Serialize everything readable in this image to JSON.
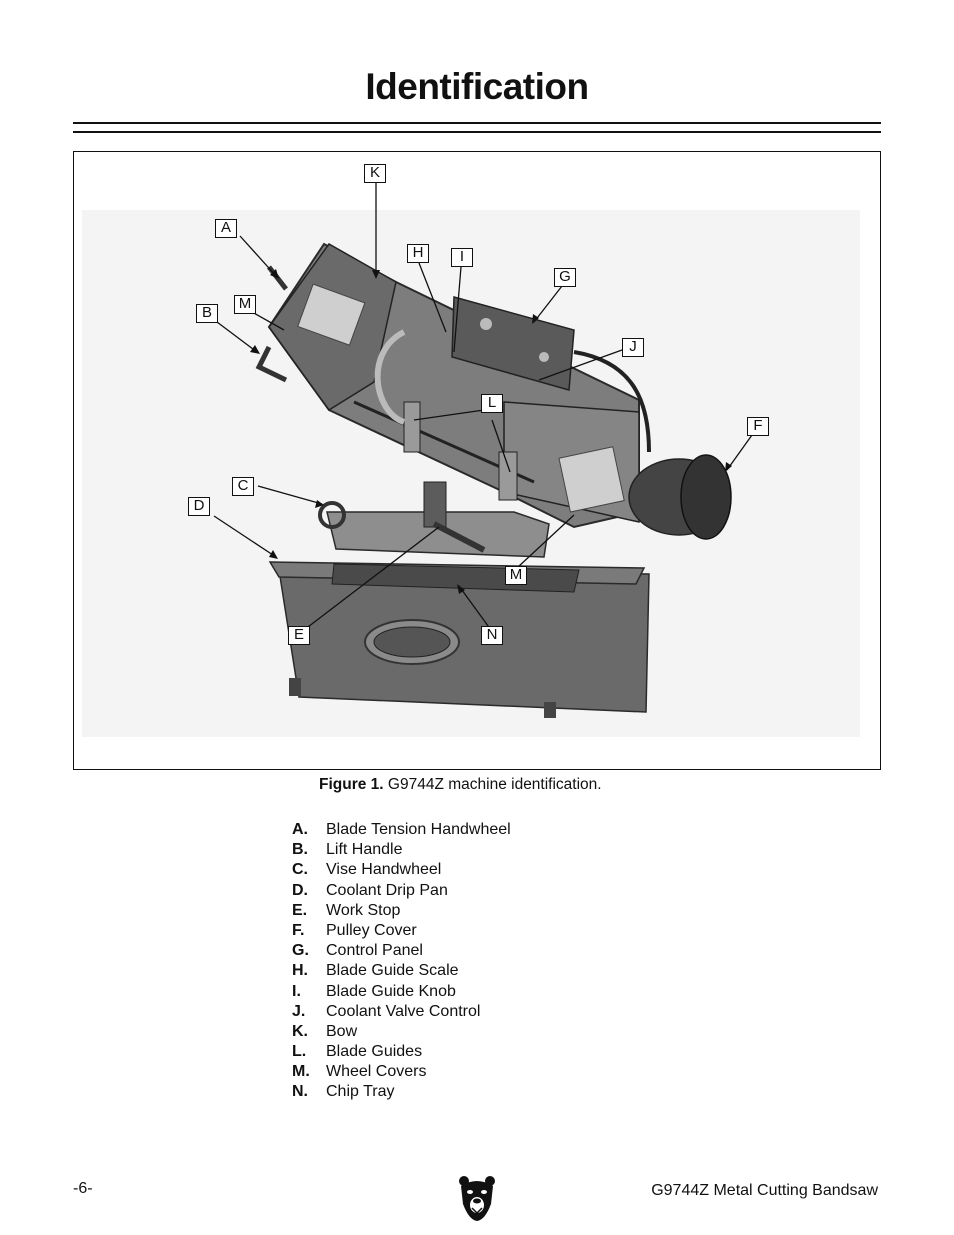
{
  "page": {
    "title": "Identification",
    "page_number": "-6-",
    "footer_title": "G9744Z Metal Cutting Bandsaw"
  },
  "figure": {
    "caption_label": "Figure 1.",
    "caption_text": "G9744Z machine identification.",
    "callouts": [
      "K",
      "A",
      "H",
      "I",
      "G",
      "B",
      "M",
      "J",
      "L",
      "F",
      "C",
      "D",
      "M",
      "E",
      "N"
    ]
  },
  "legend": [
    {
      "letter": "A.",
      "label": "Blade Tension Handwheel"
    },
    {
      "letter": "B.",
      "label": "Lift Handle"
    },
    {
      "letter": "C.",
      "label": "Vise Handwheel"
    },
    {
      "letter": "D.",
      "label": "Coolant Drip Pan"
    },
    {
      "letter": "E.",
      "label": "Work Stop"
    },
    {
      "letter": "F.",
      "label": "Pulley Cover"
    },
    {
      "letter": "G.",
      "label": "Control Panel"
    },
    {
      "letter": "H.",
      "label": "Blade Guide Scale"
    },
    {
      "letter": "I.",
      "label": "Blade Guide Knob"
    },
    {
      "letter": "J.",
      "label": "Coolant Valve Control"
    },
    {
      "letter": "K.",
      "label": "Bow"
    },
    {
      "letter": "L.",
      "label": "Blade Guides"
    },
    {
      "letter": "M.",
      "label": "Wheel Covers"
    },
    {
      "letter": "N.",
      "label": "Chip Tray"
    }
  ],
  "colors": {
    "ink": "#111111",
    "machine_dark": "#4a4a4a",
    "machine_mid": "#6e6e6e",
    "machine_light": "#9a9a9a"
  },
  "icons": {
    "logo": "grizzly-bear-icon"
  }
}
